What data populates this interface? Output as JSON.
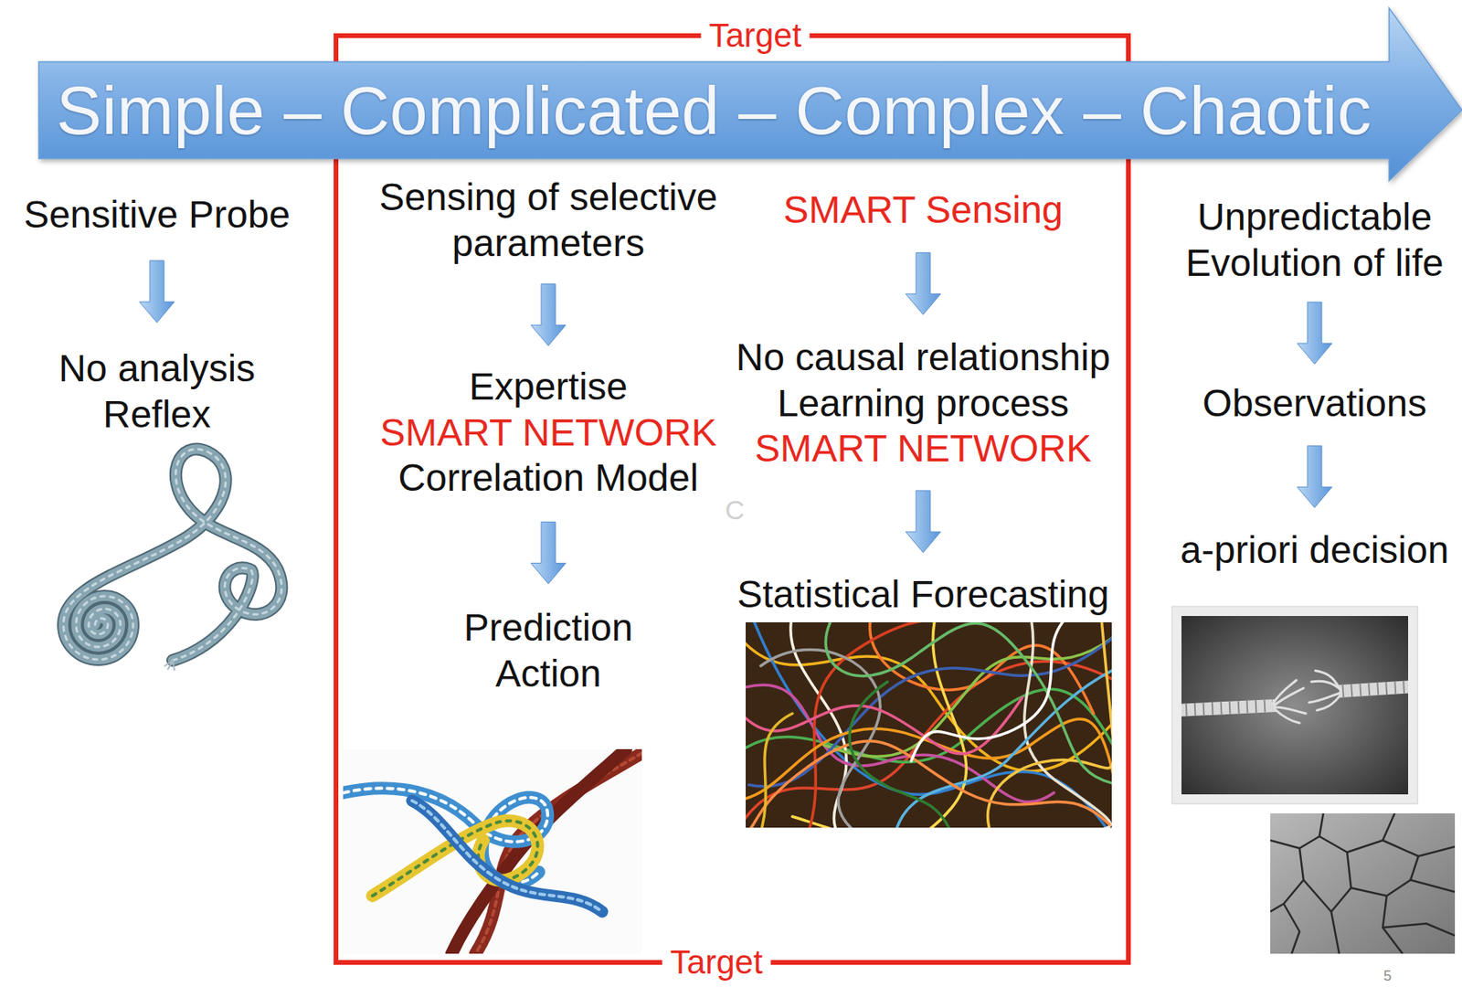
{
  "diagram": {
    "nodes": [
      {
        "text": [
          "Simple – Complicated – Complex – Chaotic"
        ]
      },
      {
        "text": [
          "Sensitive Probe"
        ]
      },
      {
        "text": [
          "No analysis Reflex"
        ]
      },
      {
        "text": [
          "Target",
          "Target"
        ]
      },
      {
        "text": [
          "Sensing of selective parameters"
        ],
        "in": 3
      },
      {
        "text": [
          "Expertise",
          "SMART NETWORK",
          "Correlation Model"
        ],
        "in": 3
      },
      {
        "text": [
          "Prediction Action"
        ],
        "in": 3
      },
      {
        "text": [
          "SMART Sensing"
        ],
        "in": 3
      },
      {
        "text": [
          "No causal relationship",
          "Learning process",
          "SMART NETWORK"
        ],
        "in": 3
      },
      {
        "text": [
          "Statistical Forecasting"
        ],
        "in": 3
      },
      {
        "text": [
          "Unpredictable Evolution of life"
        ]
      },
      {
        "text": [
          "Observations"
        ]
      },
      {
        "text": [
          "a-priori decision"
        ]
      }
    ],
    "edges": [
      {
        "from": 1,
        "to": 2,
        "arrow": "to"
      },
      {
        "from": 4,
        "to": 5,
        "arrow": "to"
      },
      {
        "from": 5,
        "to": 6,
        "arrow": "to"
      },
      {
        "from": 7,
        "to": 8,
        "arrow": "to"
      },
      {
        "from": 8,
        "to": 9,
        "arrow": "to"
      },
      {
        "from": 10,
        "to": 11,
        "arrow": "to"
      },
      {
        "from": 11,
        "to": 12,
        "arrow": "to"
      }
    ],
    "labels": [
      "C",
      "5"
    ]
  }
}
